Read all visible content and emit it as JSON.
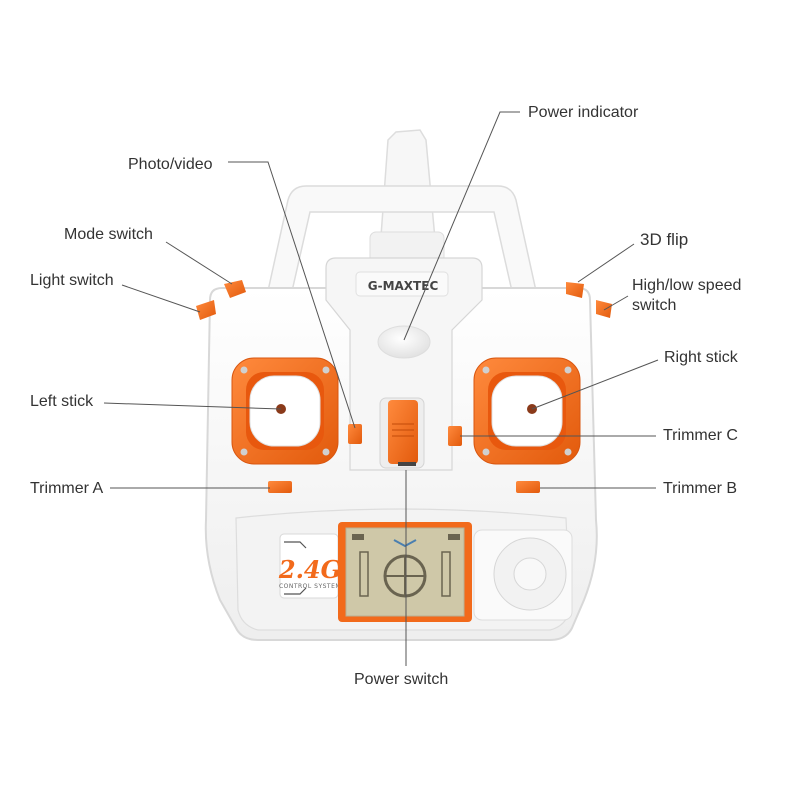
{
  "device": {
    "brand": "G-MAXTEC",
    "band": "2.4G",
    "system": "CONTROL SYSTEM"
  },
  "labels": {
    "power_indicator": "Power indicator",
    "photo_video": "Photo/video",
    "mode_switch": "Mode switch",
    "light_switch": "Light switch",
    "flip_3d": "3D flip",
    "speed_switch": "High/low speed switch",
    "right_stick": "Right stick",
    "left_stick": "Left stick",
    "trimmer_c": "Trimmer C",
    "trimmer_a": "Trimmer A",
    "trimmer_b": "Trimmer B",
    "power_switch": "Power switch"
  },
  "colors": {
    "accent": "#f26a1b",
    "accent_dark": "#d9560f",
    "body": "#fbfbfb",
    "outline": "#dcdcdc",
    "lcd": "#cfc8a8",
    "leader": "#555555"
  }
}
